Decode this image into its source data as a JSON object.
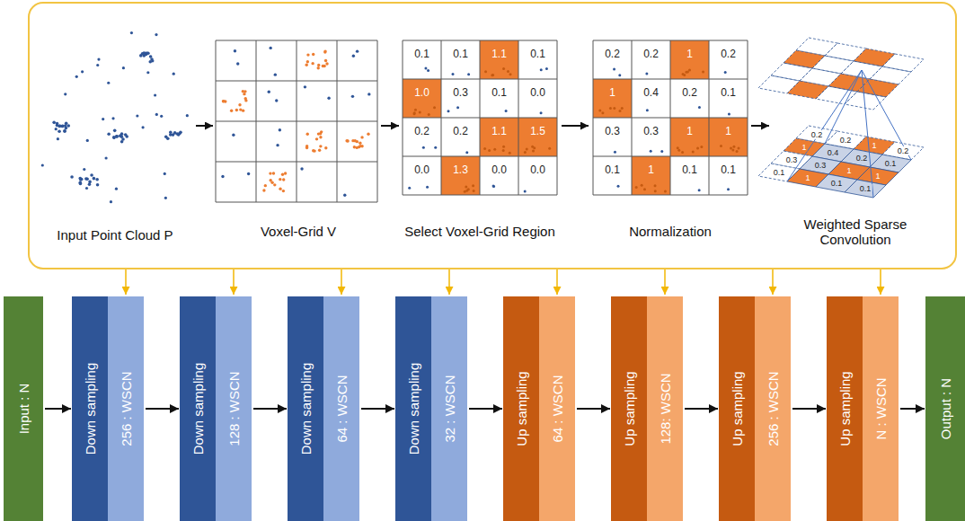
{
  "diagram": {
    "nodes": [
      {
        "text": [
          "Input : N"
        ]
      },
      {
        "text": [
          "Down sampling"
        ]
      },
      {
        "text": [
          "256 : WSCN"
        ]
      },
      {
        "text": [
          "Down sampling"
        ]
      },
      {
        "text": [
          "128 : WSCN"
        ]
      },
      {
        "text": [
          "Down sampling"
        ]
      },
      {
        "text": [
          "64 : WSCN"
        ]
      },
      {
        "text": [
          "Down sampling"
        ]
      },
      {
        "text": [
          "32 : WSCN"
        ]
      },
      {
        "text": [
          "Up sampling"
        ]
      },
      {
        "text": [
          "64 : WSCN"
        ]
      },
      {
        "text": [
          "Up sampling"
        ]
      },
      {
        "text": [
          "128: WSCN"
        ]
      },
      {
        "text": [
          "Up sampling"
        ]
      },
      {
        "text": [
          "256 : WSCN"
        ]
      },
      {
        "text": [
          "Up sampling"
        ]
      },
      {
        "text": [
          "N : WSCN"
        ]
      },
      {
        "text": [
          "Output : N"
        ]
      }
    ],
    "edges": [
      {
        "from": 0,
        "to": 1,
        "arrow": "to"
      },
      {
        "from": 2,
        "to": 3,
        "arrow": "to"
      },
      {
        "from": 4,
        "to": 5,
        "arrow": "to"
      },
      {
        "from": 6,
        "to": 7,
        "arrow": "to"
      },
      {
        "from": 8,
        "to": 9,
        "arrow": "to"
      },
      {
        "from": 10,
        "to": 11,
        "arrow": "to"
      },
      {
        "from": 12,
        "to": 13,
        "arrow": "to"
      },
      {
        "from": 14,
        "to": 15,
        "arrow": "to"
      },
      {
        "from": 16,
        "to": 17,
        "arrow": "to"
      }
    ],
    "labels": [
      "Input Point Cloud P",
      "Voxel-Grid V",
      "Select Voxel-Grid Region",
      "Normalization",
      "Weighted Sparse Convolution",
      "0.1",
      "0.1",
      "1.1",
      "0.1",
      "1.0",
      "0.3",
      "0.1",
      "0.0",
      "0.2",
      "0.2",
      "1.1",
      "1.5",
      "0.0",
      "1.3",
      "0.0",
      "0.0",
      "0.2",
      "0.2",
      "1",
      "0.2",
      "1",
      "0.4",
      "0.2",
      "0.1",
      "0.3",
      "0.3",
      "1",
      "1",
      "0.1",
      "1",
      "0.1",
      "0.1",
      "0.2",
      "0.2",
      "1",
      "0.2",
      "1",
      "0.4",
      "0.2",
      "0.1",
      "0.3",
      "0.3",
      "1",
      "1",
      "0.1",
      "1",
      "0.1",
      "0.1"
    ]
  }
}
